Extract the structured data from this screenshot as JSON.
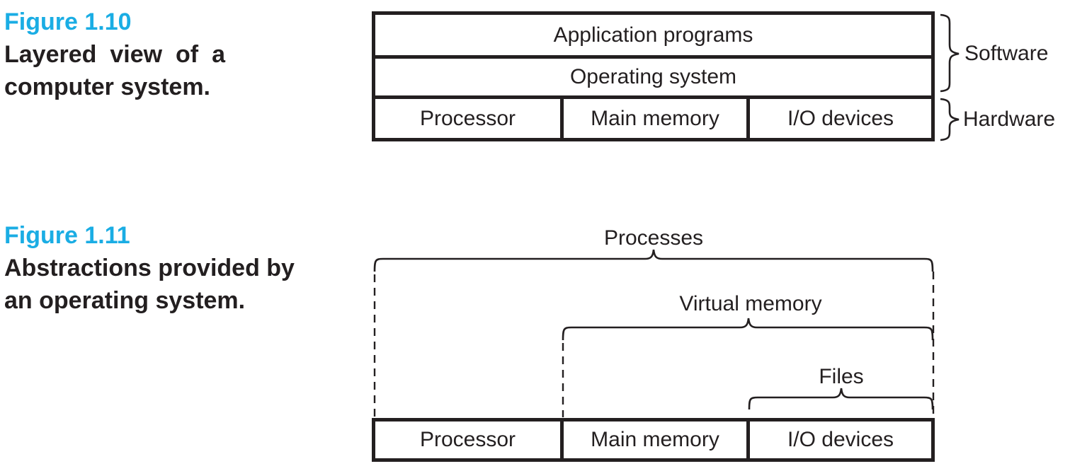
{
  "figure_1_10": {
    "caption": {
      "title": "Figure 1.10",
      "line1": "Layered view of a",
      "line2": "computer system."
    },
    "layers": {
      "application": "Application programs",
      "os": "Operating system"
    },
    "hardware_cells": [
      "Processor",
      "Main memory",
      "I/O devices"
    ],
    "brace_labels": {
      "software": "Software",
      "hardware": "Hardware"
    }
  },
  "figure_1_11": {
    "caption": {
      "title": "Figure 1.11",
      "line1": "Abstractions provided by",
      "line2": "an operating system."
    },
    "abstractions": {
      "processes": "Processes",
      "virtual_memory": "Virtual memory",
      "files": "Files"
    },
    "hardware_cells": [
      "Processor",
      "Main memory",
      "I/O devices"
    ]
  },
  "colors": {
    "accent_blue": "#1aade4",
    "ink": "#231f20"
  }
}
